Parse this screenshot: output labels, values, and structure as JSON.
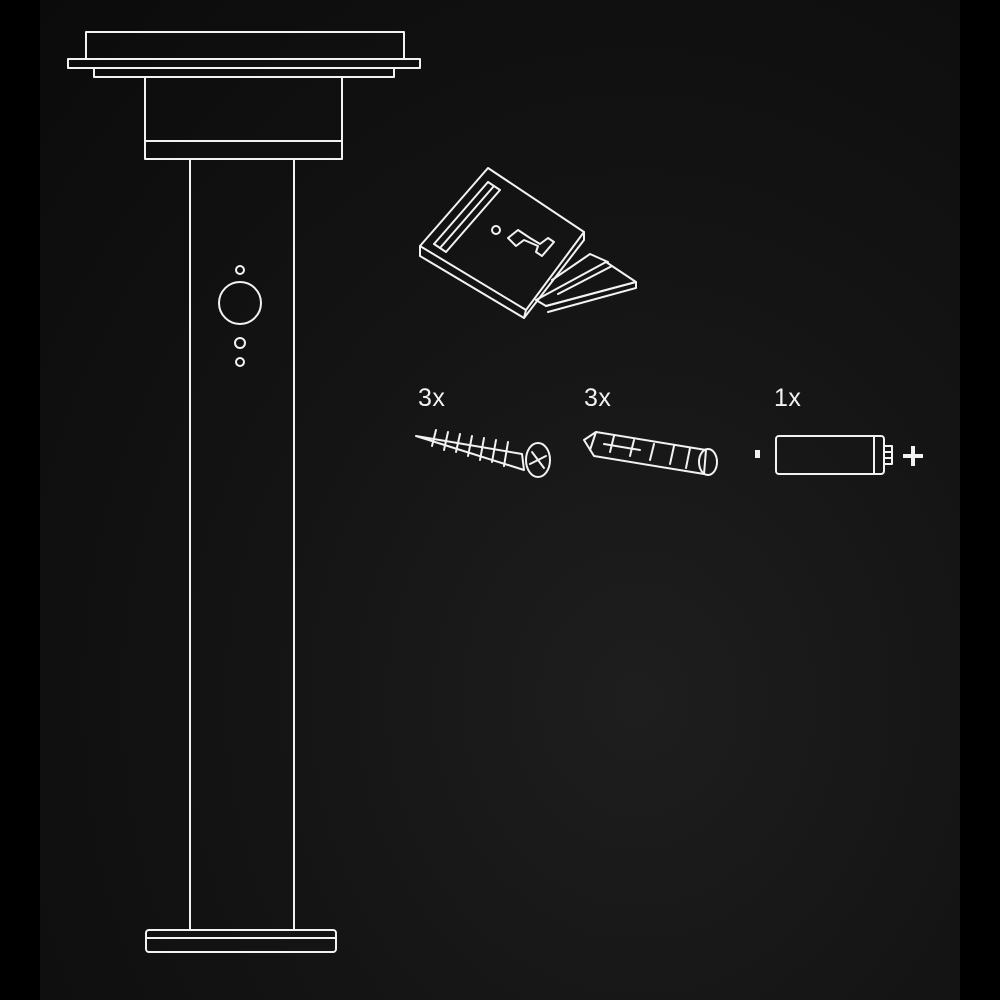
{
  "colors": {
    "background": "#000000",
    "board": "#141414",
    "line": "#f2f2f2"
  },
  "icons": {
    "lamp": "bollard-lamp-icon",
    "manual": "instruction-manual-icon",
    "screw": "screw-icon",
    "wall_plug": "wall-plug-icon",
    "battery": "battery-icon"
  },
  "contents": [
    {
      "item": "screw",
      "quantity": "3x"
    },
    {
      "item": "wall_plug",
      "quantity": "3x"
    },
    {
      "item": "battery",
      "quantity": "1x"
    }
  ]
}
